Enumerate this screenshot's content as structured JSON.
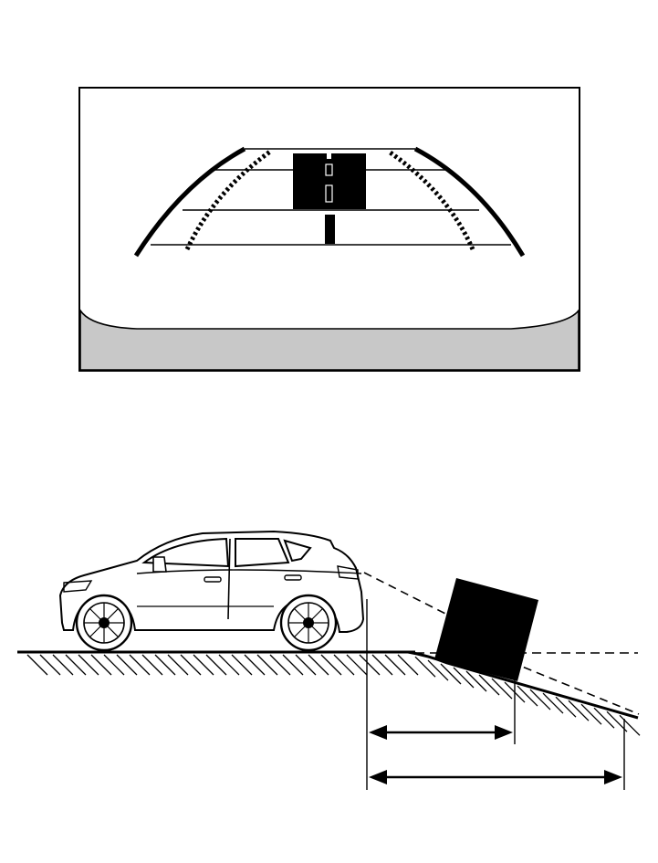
{
  "colors": {
    "ink": "#000000",
    "paper": "#ffffff",
    "bumper": "#c8c8c8",
    "guide": "#000000"
  },
  "camera_view": {
    "guide_lines": [
      "distance-line-near",
      "distance-line-middle",
      "distance-line-far"
    ],
    "obstacle_marker": "obstacle-box"
  },
  "side_view": {
    "vehicle": "suv-side-view",
    "obstacle": "box-on-slope",
    "ground": [
      "flat-ground-hatched",
      "downhill-slope-hatched"
    ],
    "dimension_arrows": [
      "apparent-distance-arrow",
      "actual-distance-arrow"
    ]
  }
}
